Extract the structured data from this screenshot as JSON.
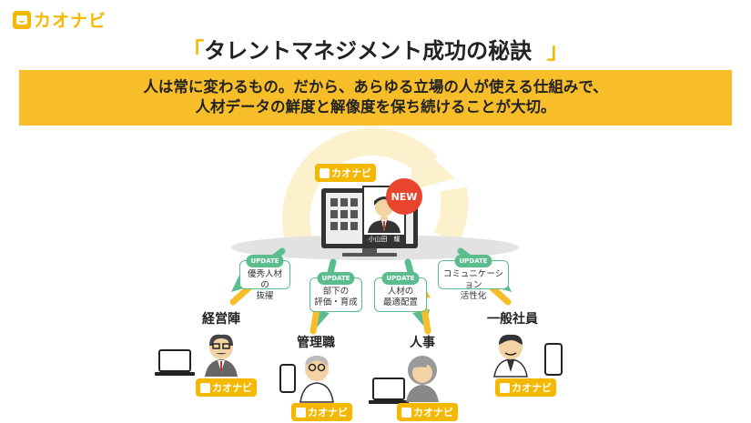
{
  "header": {
    "logo_text": "カオナビ"
  },
  "title": {
    "open": "「",
    "text": "タレントマネジメント成功の秘訣",
    "close": "」"
  },
  "banner": {
    "line1": "人は常に変わるもの。だから、あらゆる立場の人が使える仕組みで、",
    "line2": "人材データの鮮度と解像度を保ち続けることが大切。"
  },
  "center": {
    "logo_text": "カオナビ",
    "badge": "NEW",
    "nameplate": "小山田　耀"
  },
  "update_label": "UPDATE",
  "cards": [
    {
      "line1": "優秀人材の",
      "line2": "抜擢"
    },
    {
      "line1": "部下の",
      "line2": "評価・育成"
    },
    {
      "line1": "人材の",
      "line2": "最適配置"
    },
    {
      "line1": "コミュニケーション",
      "line2": "活性化"
    }
  ],
  "roles": [
    {
      "name": "経営陣",
      "tag": "カオナビ"
    },
    {
      "name": "管理職",
      "tag": "カオナビ"
    },
    {
      "name": "人事",
      "tag": "カオナビ"
    },
    {
      "name": "一般社員",
      "tag": "カオナビ"
    }
  ],
  "colors": {
    "accent": "#f5b800",
    "banner": "#f8be2a",
    "arrow": "#5bbd8e",
    "badge": "#e8452f"
  }
}
